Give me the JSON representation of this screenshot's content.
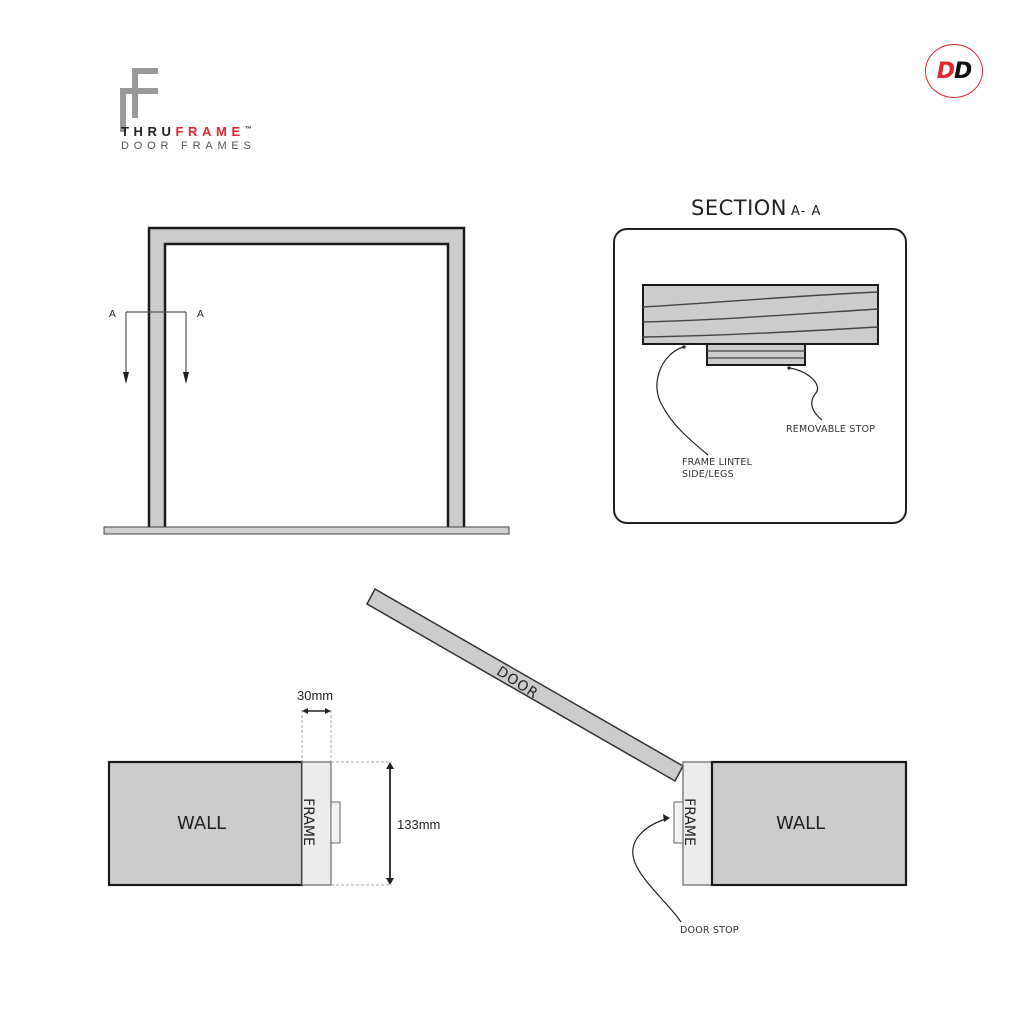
{
  "logo": {
    "brand_part1": "THRU",
    "brand_part2": "FRAME",
    "trademark": "™",
    "subtitle": "DOOR FRAMES",
    "accent_color": "#e0262e"
  },
  "badge": {
    "letter1": "D",
    "letter2": "D",
    "ring_color": "#e0262e"
  },
  "elevation": {
    "section_marker_left": "A",
    "section_marker_right": "A"
  },
  "section": {
    "title": "SECTION",
    "title_suffix": "A- A",
    "labels": {
      "removable_stop": "REMOVABLE STOP",
      "frame_lintel_line1": "FRAME LINTEL",
      "frame_lintel_line2": "SIDE/LEGS"
    }
  },
  "plan": {
    "left_wall_label": "WALL",
    "left_frame_label": "FRAME",
    "frame_width_dimension": "30mm",
    "frame_depth_dimension": "133mm",
    "door_label": "DOOR",
    "right_frame_label": "FRAME",
    "right_wall_label": "WALL",
    "door_stop_label": "DOOR STOP"
  },
  "colors": {
    "fill_gray": "#cccccc",
    "frame_fill": "#ececec",
    "stroke": "#1a1a1a"
  }
}
